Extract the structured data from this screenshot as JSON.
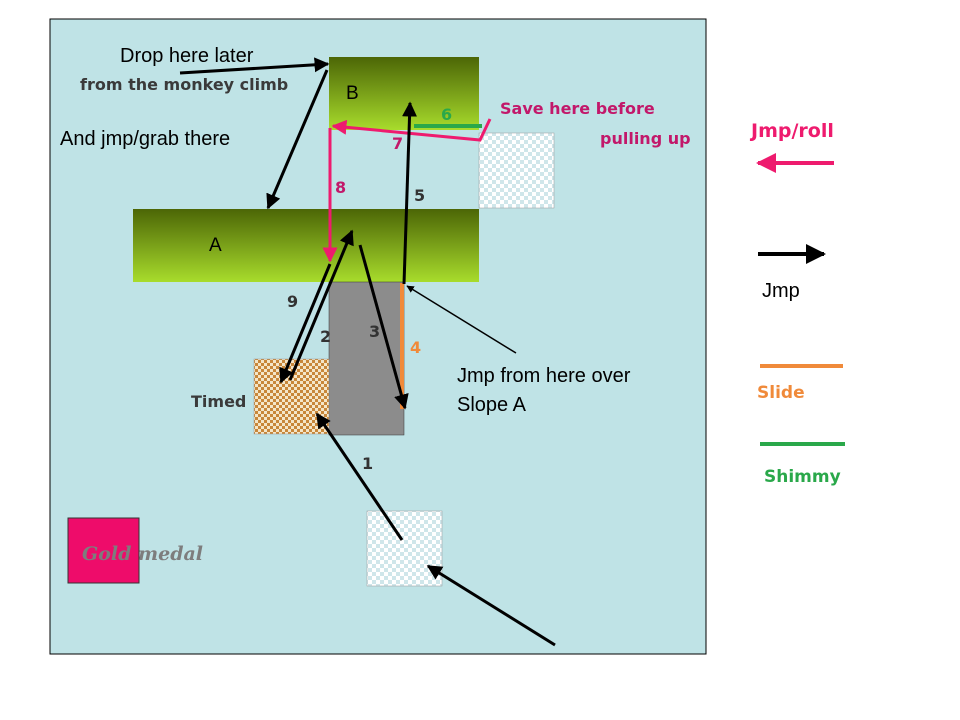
{
  "blocks": {
    "block_b_label": "B",
    "block_a_label": "A"
  },
  "tiles": {
    "timed_label": "Timed"
  },
  "medal": {
    "label": "Gold medal",
    "color": "#ee0c6a"
  },
  "annotations": {
    "drop_line1": "Drop here later",
    "drop_line2": "from the monkey climb",
    "jmp_grab": "And jmp/grab there",
    "save_line1": "Save here before",
    "save_line2": "pulling up",
    "jmp_from_line1": "Jmp from here over",
    "jmp_from_line2": "Slope A"
  },
  "steps": [
    "1",
    "2",
    "3",
    "4",
    "5",
    "6",
    "7",
    "8",
    "9"
  ],
  "legend": {
    "jmp_roll": "Jmp/roll",
    "jmp": "Jmp",
    "slide": "Slide",
    "shimmy": "Shimmy"
  },
  "colors": {
    "background": "#bfe3e6",
    "jmp_roll": "#ee1b6e",
    "jmp": "#000000",
    "slide": "#f08a3a",
    "shimmy": "#2aa84a",
    "save_text": "#c2186a",
    "block_dark": "#4f6a08",
    "block_light": "#a4d82a",
    "slope_gray": "#8c8c8c",
    "timed_tile": "#c8873a"
  }
}
